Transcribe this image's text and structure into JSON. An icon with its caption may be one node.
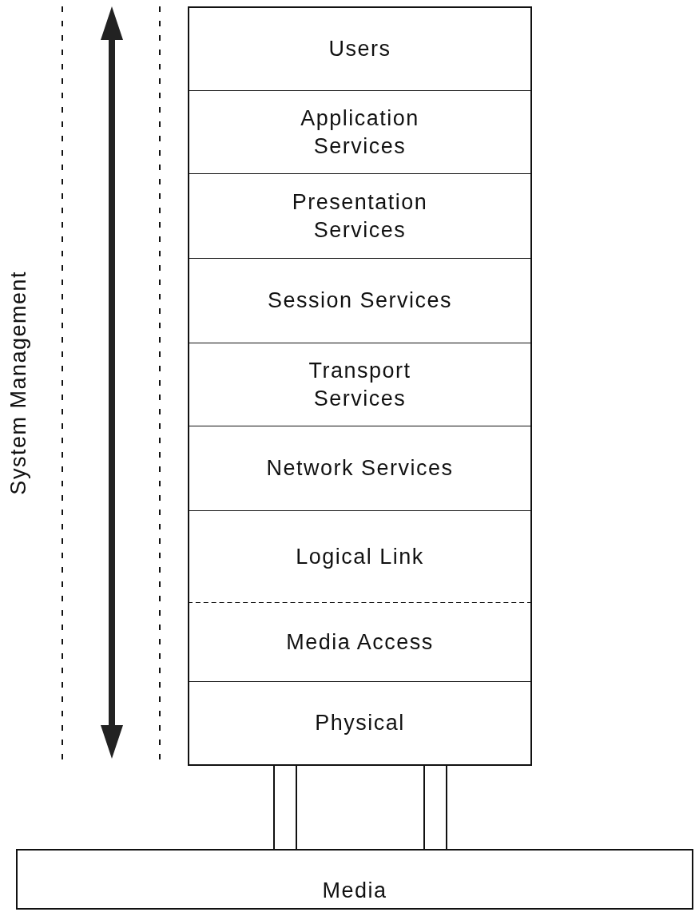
{
  "diagram": {
    "nodes": [
      {
        "text": [
          "System Management"
        ]
      },
      {
        "text": [
          "Users"
        ]
      },
      {
        "text": [
          "Application Services"
        ]
      },
      {
        "text": [
          "Presentation Services"
        ]
      },
      {
        "text": [
          "Session Services"
        ]
      },
      {
        "text": [
          "Transport Services"
        ]
      },
      {
        "text": [
          "Network Services"
        ]
      },
      {
        "text": [
          "Logical Link"
        ]
      },
      {
        "text": [
          "Media Access"
        ]
      },
      {
        "text": [
          "Physical"
        ]
      },
      {
        "text": [
          "Media"
        ]
      }
    ],
    "edges": [
      {
        "from": 9,
        "to": 10,
        "arrow": "none"
      },
      {
        "from": 9,
        "to": 10,
        "arrow": "none"
      }
    ]
  }
}
